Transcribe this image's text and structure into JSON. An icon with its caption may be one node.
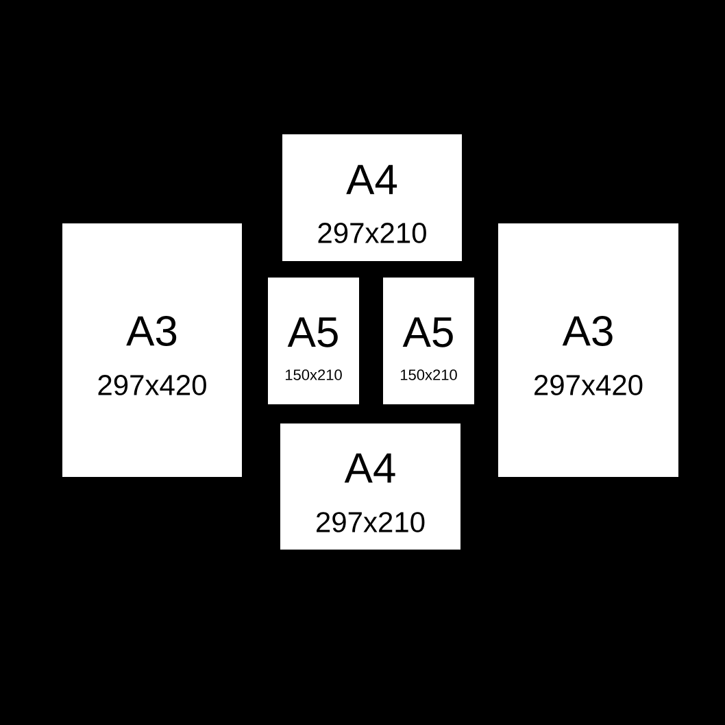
{
  "diagram": {
    "nodes": [
      {
        "text": [
          "A4",
          "297x210"
        ]
      },
      {
        "text": [
          "A3",
          "297x420"
        ]
      },
      {
        "text": [
          "A5",
          "150x210"
        ]
      },
      {
        "text": [
          "A5",
          "150x210"
        ]
      },
      {
        "text": [
          "A3",
          "297x420"
        ]
      },
      {
        "text": [
          "A4",
          "297x210"
        ]
      }
    ]
  }
}
